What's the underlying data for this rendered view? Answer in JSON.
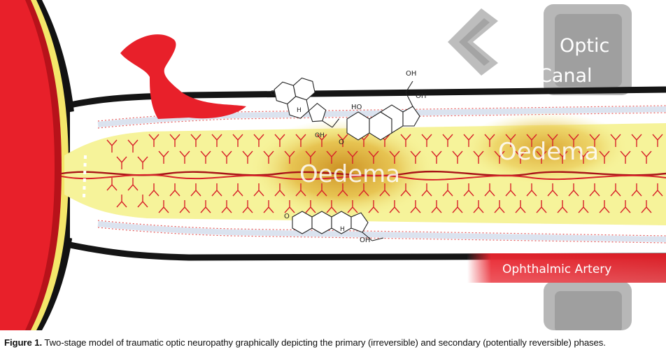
{
  "labels": {
    "optic_canal_line1": "Optic",
    "optic_canal_line2": "Canal",
    "oedema_primary": "Oedema",
    "oedema_secondary": "Oedema",
    "ophthalmic_artery": "Ophthalmic Artery"
  },
  "molecule_atoms": {
    "oxygen": "O",
    "hydrogen": "H",
    "hydroxyl": "OH",
    "hydroxyl_left": "HO"
  },
  "caption": {
    "prefix": "Figure 1.",
    "text": " Two-stage model of traumatic optic neuropathy graphically depicting the primary (irreversible) and secondary (potentially reversible) phases."
  },
  "colors": {
    "blood_red": "#e8202a",
    "dark_red": "#a81418",
    "nerve_yellow": "#f6f39a",
    "oedema_orange": "#d9a52a",
    "canal_gray": "#b7b7b7",
    "sheath_blue": "#dbe3ef"
  }
}
